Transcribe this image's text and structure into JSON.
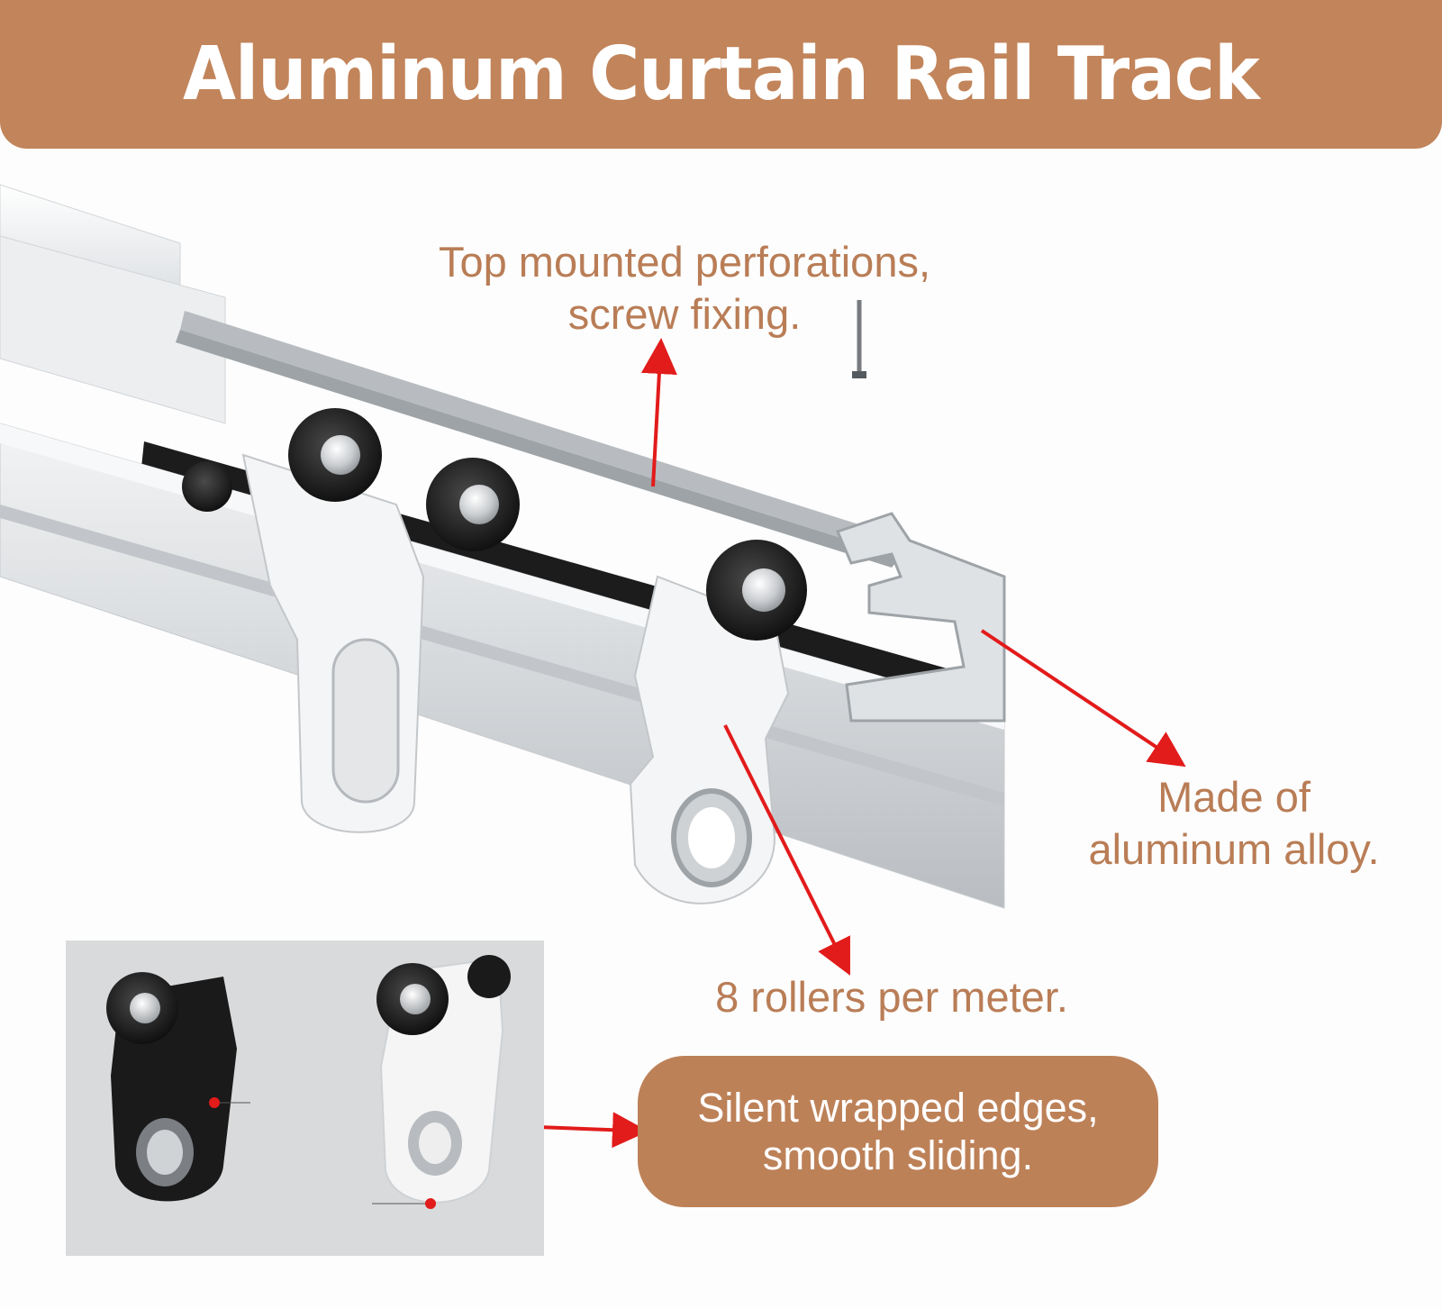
{
  "banner": {
    "title": "Aluminum Curtain Rail Track",
    "color": "#c2845a"
  },
  "callouts": {
    "top_mount": [
      "Top mounted perforations,",
      "screw fixing."
    ],
    "material": [
      "Made of",
      "aluminum alloy."
    ],
    "rollers": "8 rollers per meter.",
    "edges": [
      "Silent wrapped edges,",
      "smooth sliding."
    ]
  },
  "colors": {
    "callout_text": "#b97d56",
    "pill": "#bd8158",
    "arrow": "#e21b1b",
    "rail": "#cfd2d5",
    "roller": "#1e1e1e"
  }
}
